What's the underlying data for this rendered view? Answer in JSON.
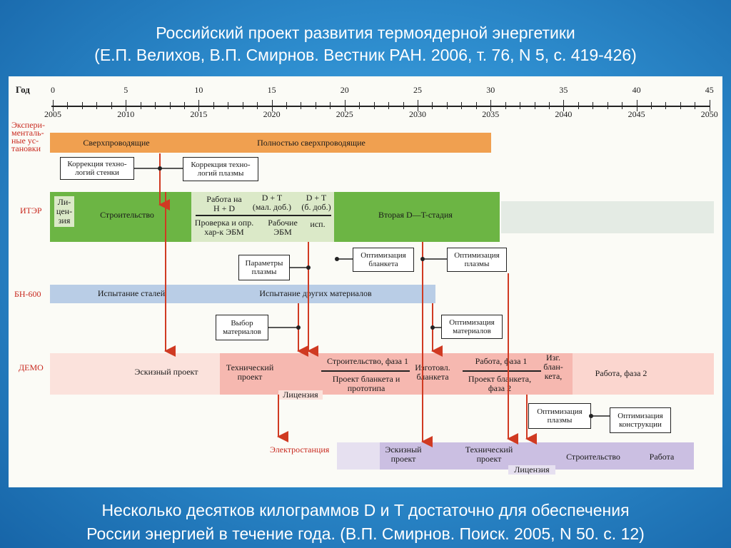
{
  "slide": {
    "title_line1": "Российский проект развития термоядерной энергетики",
    "title_line2": "(Е.П. Велихов, В.П. Смирнов. Вестник РАН. 2006, т. 76, N 5, с. 419-426)",
    "caption_line1": "Несколько десятков килограммов  D и T достаточно для обеспечения",
    "caption_line2": "России энергией в течение года. (В.П. Смирнов. Поиск. 2005, N 50. с. 12)"
  },
  "timeline": {
    "axis_label": "Год",
    "offsets": [
      "0",
      "5",
      "10",
      "15",
      "20",
      "25",
      "30",
      "35",
      "40",
      "45"
    ],
    "years": [
      "2005",
      "2010",
      "2015",
      "2020",
      "2025",
      "2030",
      "2035",
      "2040",
      "2045",
      "2050"
    ]
  },
  "rows": {
    "exp": "Экспери-\nменталь-\nные ус-\nтановки",
    "iter": "ИТЭР",
    "bn": "БН-600",
    "demo": "ДЕМО",
    "plant": "Электростанция"
  },
  "exp": {
    "superconducting": "Сверхпроводящие",
    "fully_superconducting": "Полностью сверхпроводящие",
    "wall_correction": "Коррекция техно-\nлогий стенки",
    "plasma_correction": "Коррекция техно-\nлогий плазмы"
  },
  "iter": {
    "license": "Ли-\nцен-\nзия",
    "construction": "Строительство",
    "work_hd": "Работа на\nH + D",
    "ebm_check": "Проверка и опр.\nхар-к ЭБМ",
    "dt_small": "D + T\n(мал. доб.)",
    "ebm_work": "Рабочие\nЭБМ",
    "dt_large": "D + T\n(б. доб.)",
    "test": "исп.",
    "second_stage": "Вторая D—T-стадия"
  },
  "mid": {
    "plasma_params": "Параметры\nплазмы",
    "blanket_opt": "Оптимизация\nбланкета",
    "plasma_opt": "Оптимизация\nплазмы"
  },
  "bn": {
    "steel_test": "Испытание сталей",
    "other_materials": "Испытание других материалов",
    "material_choice": "Выбор\nматериалов",
    "material_opt": "Оптимизация\nматериалов"
  },
  "demo": {
    "draft": "Эскизный проект",
    "tech_project": "Технический\nпроект",
    "license": "Лицензия",
    "construction_phase1": "Строительство, фаза 1",
    "blanket_prototype": "Проект бланкета и\nпрототипа",
    "blanket_make": "Изготовл.\nбланкета",
    "work_phase1": "Работа, фаза 1",
    "project_phase2": "Проект бланкета,\nфаза 2",
    "blanket_make2": "Изг.\nблан-\nкета,",
    "work_phase2": "Работа, фаза 2",
    "plasma_opt": "Оптимизация\nплазмы",
    "construction_opt": "Оптимизация\nконструкции"
  },
  "plant": {
    "draft": "Эскизный\nпроект",
    "tech_project": "Технический\nпроект",
    "license": "Лицензия",
    "construction": "Строительство",
    "work": "Работа"
  },
  "colors": {
    "exp_band": "#f0a050",
    "iter_band": "#6cb544",
    "bn_band": "#b9cde6",
    "demo_band": "#f6b8b0",
    "plant_band": "#cbbfe2",
    "arrow": "#d03a22",
    "row_label": "#c8281e"
  }
}
